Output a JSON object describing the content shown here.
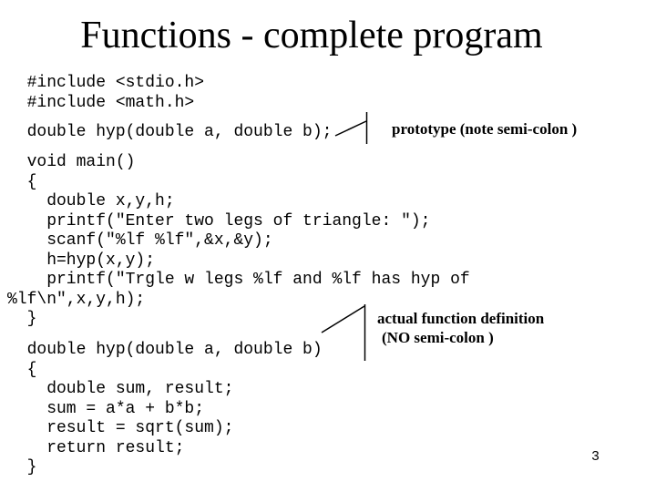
{
  "slide": {
    "title": "Functions - complete program",
    "page_number": "3",
    "background_color": "#ffffff",
    "text_color": "#000000"
  },
  "code_blocks": [
    {
      "name": "includes",
      "lines": [
        "  #include <stdio.h>",
        "  #include <math.h>"
      ]
    },
    {
      "name": "prototype",
      "lines": [
        "  double hyp(double a, double b);"
      ]
    },
    {
      "name": "main-function",
      "lines": [
        "  void main()",
        "  {",
        "    double x,y,h;",
        "    printf(\"Enter two legs of triangle: \");",
        "    scanf(\"%lf %lf\",&x,&y);",
        "    h=hyp(x,y);",
        "    printf(\"Trgle w legs %lf and %lf has hyp of",
        "%lf\\n\",x,y,h);",
        "  }"
      ]
    },
    {
      "name": "function-definition",
      "lines": [
        "  double hyp(double a, double b)",
        "  {",
        "    double sum, result;",
        "    sum = a*a + b*b;",
        "    result = sqrt(sum);",
        "    return result;",
        "  }"
      ]
    }
  ],
  "annotations": {
    "prototype_note": "prototype (note semi-colon )",
    "definition_note_line1": "actual function definition",
    "definition_note_line2": "(NO semi-colon )"
  }
}
